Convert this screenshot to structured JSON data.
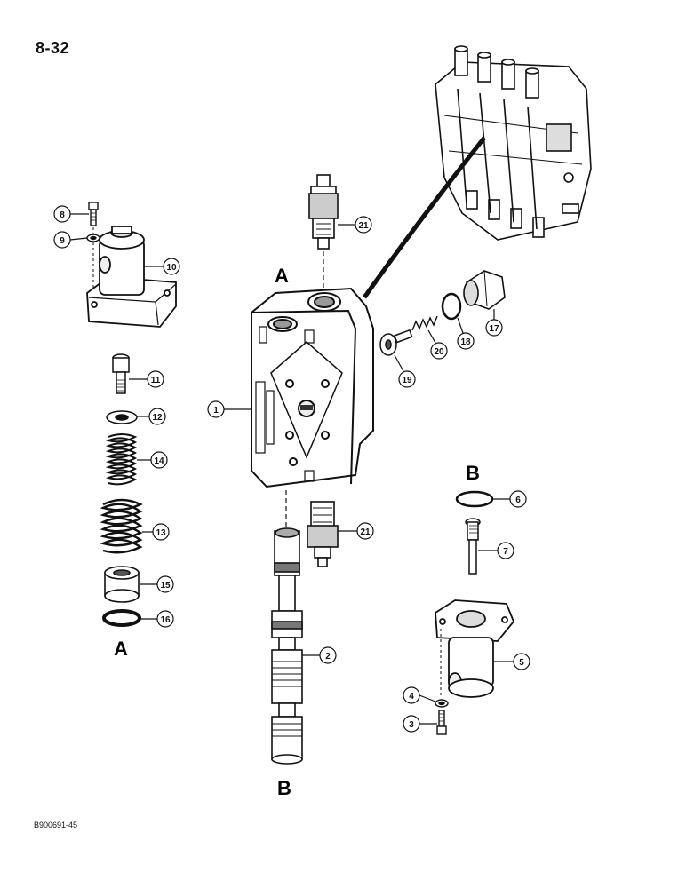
{
  "page": {
    "number": "8-32",
    "figure_id": "B900691-45"
  },
  "section_letters": {
    "a_top": "A",
    "a_bottom": "A",
    "b_top": "B",
    "b_bottom": "B"
  },
  "callouts": {
    "c1": "1",
    "c2": "2",
    "c3": "3",
    "c4": "4",
    "c5": "5",
    "c6": "6",
    "c7": "7",
    "c8": "8",
    "c9": "9",
    "c10": "10",
    "c11": "11",
    "c12": "12",
    "c13": "13",
    "c14": "14",
    "c15": "15",
    "c16": "16",
    "c17": "17",
    "c18": "18",
    "c19": "19",
    "c20": "20",
    "c21a": "21",
    "c21b": "21"
  }
}
